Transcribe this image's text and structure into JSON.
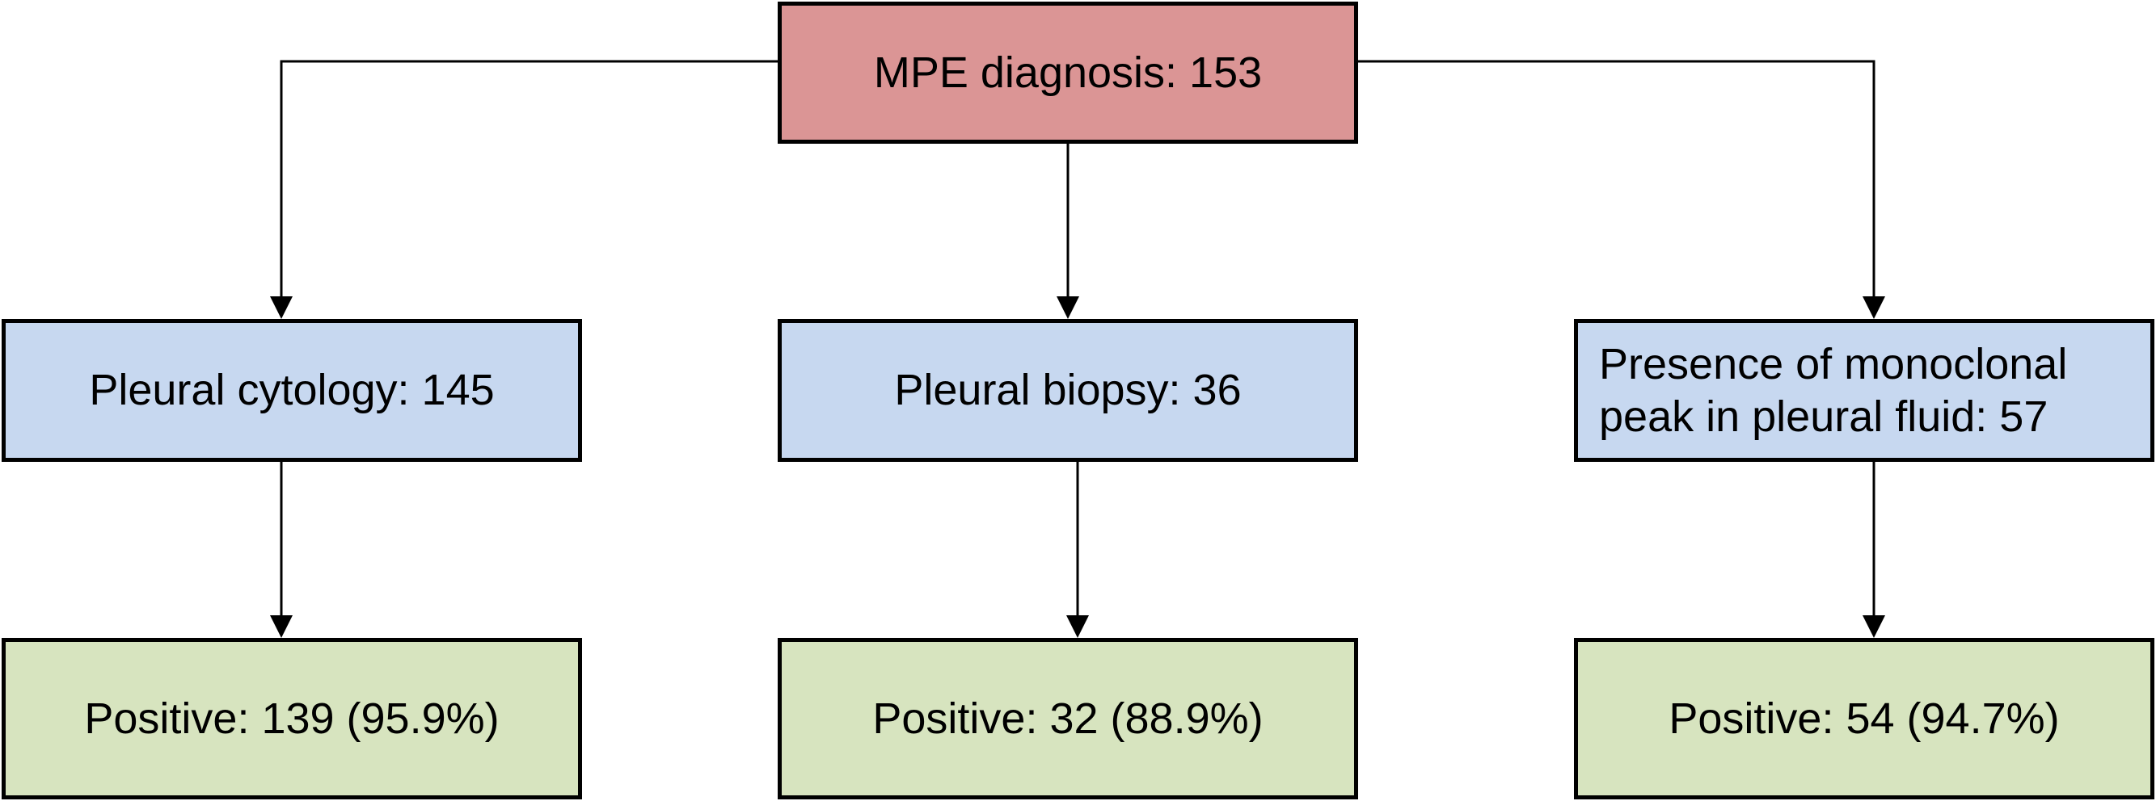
{
  "colors": {
    "root_fill": "#DB9595",
    "method_fill": "#C7D8F0",
    "result_fill": "#D7E4BF",
    "stroke": "#000000",
    "text": "#000000"
  },
  "nodes": {
    "root": {
      "label": "MPE diagnosis: 153"
    },
    "cytology": {
      "label": "Pleural cytology: 145"
    },
    "biopsy": {
      "label": "Pleural biopsy: 36"
    },
    "monoclonal": {
      "line1": "Presence of monoclonal",
      "line2": "peak in pleural fluid: 57"
    },
    "cytology_positive": {
      "label": "Positive: 139 (95.9%)"
    },
    "biopsy_positive": {
      "label": "Positive: 32 (88.9%)"
    },
    "monoclonal_positive": {
      "label": "Positive: 54 (94.7%)"
    }
  },
  "edges": [
    {
      "from": "root",
      "to": "cytology"
    },
    {
      "from": "root",
      "to": "biopsy"
    },
    {
      "from": "root",
      "to": "monoclonal"
    },
    {
      "from": "cytology",
      "to": "cytology_positive"
    },
    {
      "from": "biopsy",
      "to": "biopsy_positive"
    },
    {
      "from": "monoclonal",
      "to": "monoclonal_positive"
    }
  ]
}
